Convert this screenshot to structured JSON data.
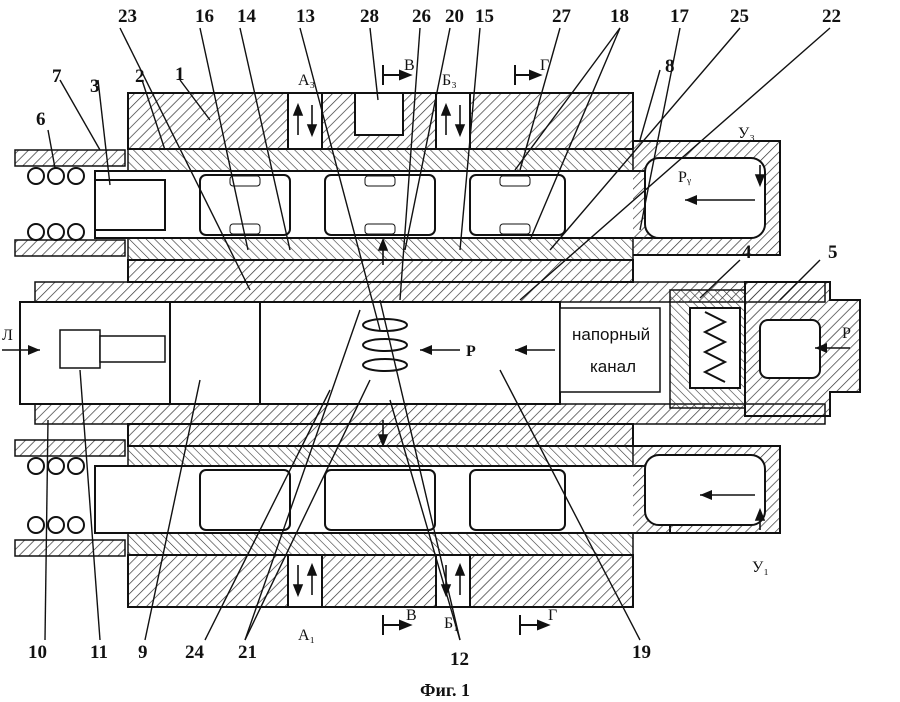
{
  "caption": "Фиг. 1",
  "channel_label": [
    "напорный",
    "канал"
  ],
  "ports": {
    "a3": "А₃",
    "b3": "Б₃",
    "a1": "А₁",
    "b1": "Б₁",
    "u3": "У₃",
    "u1": "У₁",
    "ry": "Рᵧ",
    "p_center": "Р",
    "p_inlet": "Р",
    "l": "Л",
    "sect_v_top": "В",
    "sect_g_top": "Г",
    "sect_v_bot": "В",
    "sect_g_bot": "Г"
  },
  "labels_top": [
    "23",
    "16",
    "14",
    "13",
    "28",
    "26",
    "20",
    "15",
    "27",
    "18",
    "17",
    "25",
    "22"
  ],
  "labels_left_top": [
    "7",
    "3",
    "2",
    "1",
    "6"
  ],
  "labels_right": [
    "8",
    "4",
    "5"
  ],
  "labels_bottom": [
    "10",
    "11",
    "9",
    "24",
    "21",
    "12",
    "19"
  ],
  "colors": {
    "ink": "#111111",
    "hatch": "#333333",
    "paper": "#ffffff"
  }
}
